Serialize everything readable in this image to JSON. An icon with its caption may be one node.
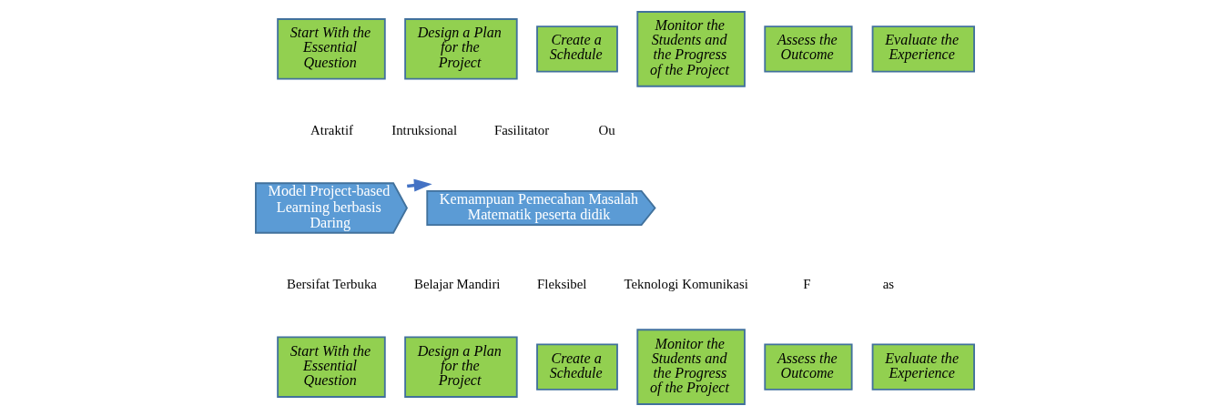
{
  "diagram": {
    "nodes": [
      {
        "text": [
          "Start With the Essential Question"
        ]
      },
      {
        "text": [
          "Design a Plan for the Project"
        ]
      },
      {
        "text": [
          "Create a Schedule"
        ]
      },
      {
        "text": [
          "Monitor the Students and the Progress of the Project"
        ]
      },
      {
        "text": [
          "Assess the Outcome"
        ]
      },
      {
        "text": [
          "Evaluate the Experience"
        ]
      },
      {
        "text": [
          "Start With the Essential Question"
        ]
      },
      {
        "text": [
          "Design a Plan for the Project"
        ]
      },
      {
        "text": [
          "Create a Schedule"
        ]
      },
      {
        "text": [
          "Monitor the Students and the Progress of the Project"
        ]
      },
      {
        "text": [
          "Assess the Outcome"
        ]
      },
      {
        "text": [
          "Evaluate the Experience"
        ]
      },
      {
        "text": [
          "Model Project-based Learning berbasis Daring"
        ]
      },
      {
        "text": [
          "Kemampuan Pemecahan Masalah Matematik peserta didik"
        ]
      }
    ],
    "edges": [
      {
        "from": 12,
        "to": 13,
        "arrow": "to"
      }
    ],
    "labels": [
      "Atraktif",
      "Intruksional",
      "Fasilitator",
      "Ou",
      "Bersifat Terbuka",
      "Belajar Mandiri",
      "Fleksibel",
      "Teknologi Komunikasi",
      "F",
      "as"
    ]
  }
}
